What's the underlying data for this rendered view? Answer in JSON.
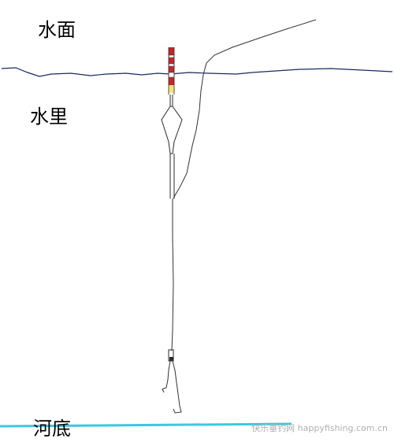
{
  "labels": {
    "water_surface": "水面",
    "underwater": "水里",
    "river_bottom": "河底"
  },
  "watermark": "快乐垂钓网 happyfishing.com.cn",
  "colors": {
    "surface_line": "#1a2a5c",
    "line": "#333333",
    "float_red": "#c0282a",
    "float_yellow": "#f5e27a",
    "float_dark": "#2a2a2a",
    "bottom": "#3cc8e0",
    "text": "#000000",
    "watermark": "#b0b0b0"
  }
}
